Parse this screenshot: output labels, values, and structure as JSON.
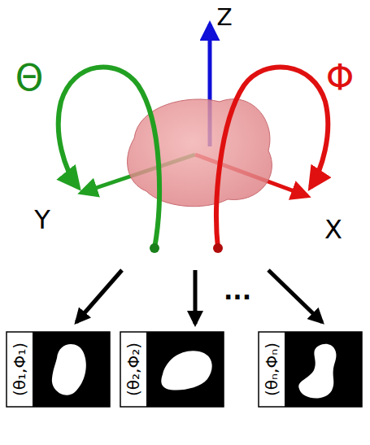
{
  "diagram": {
    "labels": [
      "Z",
      "Θ",
      "Φ",
      "Y",
      "X",
      "(θ₁,Φ₁)",
      "(θ₂,Φ₂)",
      "(θₙ,Φₙ)",
      "..."
    ]
  }
}
